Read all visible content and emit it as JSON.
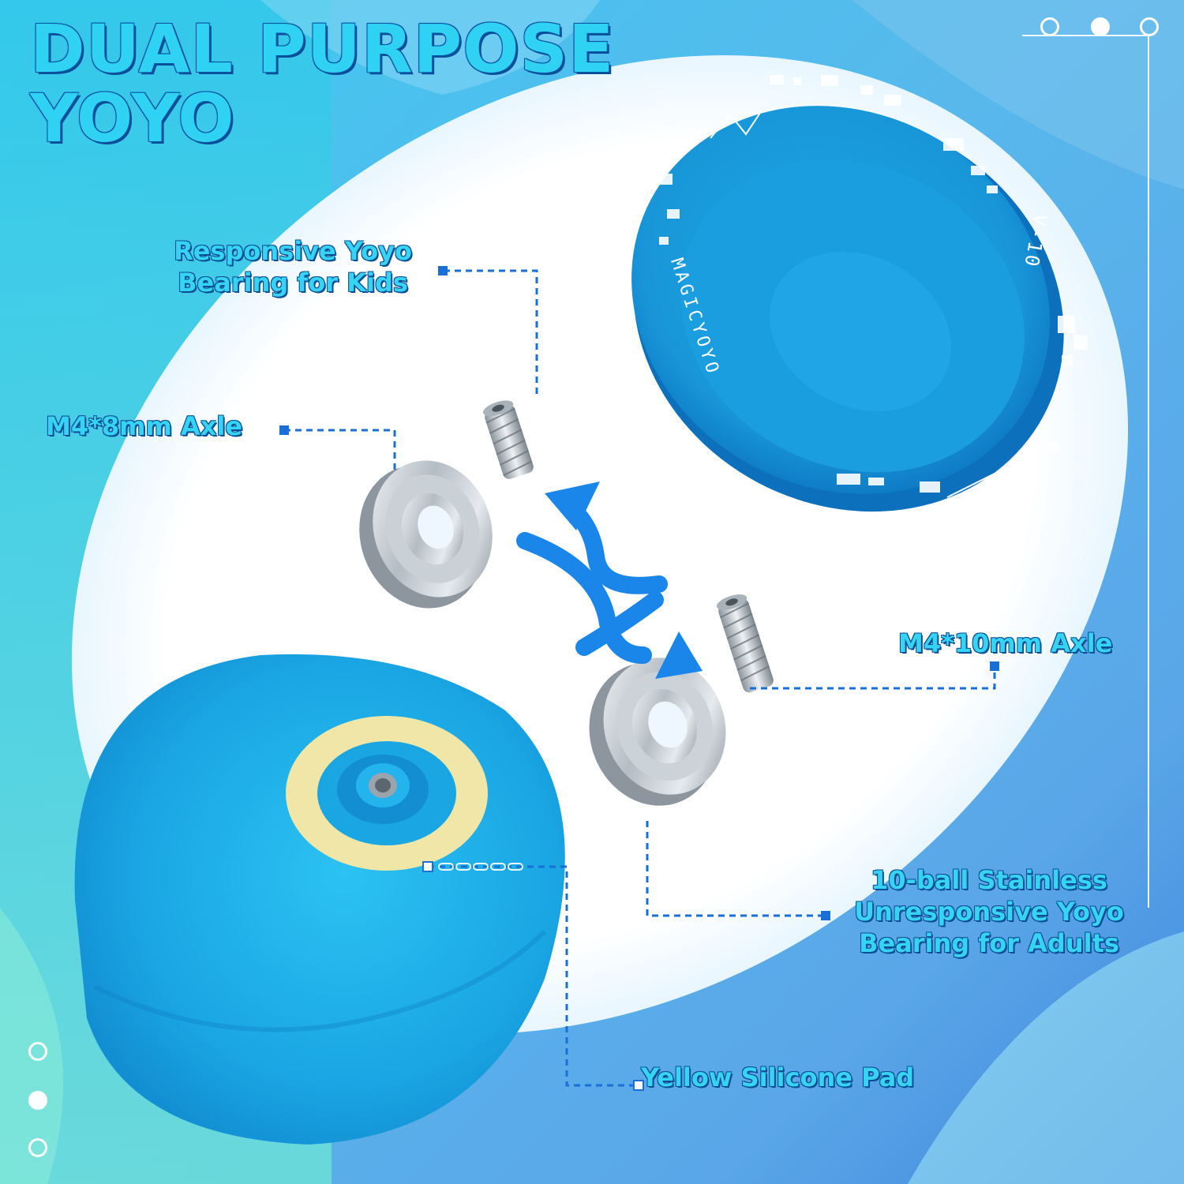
{
  "title": {
    "line1": "DUAL PURPOSE",
    "line2": "YOYO"
  },
  "callouts": {
    "responsive_line1": "Responsive Yoyo",
    "responsive_line2": "Bearing for Kids",
    "axle_short": "M4*8mm Axle",
    "axle_long": "M4*10mm Axle",
    "unresponsive_line1": "10-ball Stainless",
    "unresponsive_line2": "Unresponsive Yoyo",
    "unresponsive_line3": "Bearing for Adults",
    "pad": "Yellow Silicone Pad"
  },
  "yoyo_rim_text": {
    "brand": "MAGICYOYO",
    "model": "V-10"
  },
  "colors": {
    "yoyo_blue": "#1ea8e6",
    "pad_yellow": "#f0e6a8",
    "callout_text": "#36d4f2",
    "callout_outline": "#0b4e96",
    "leader_line": "#1a6fd6",
    "arrow_blue": "#1a86ea"
  }
}
